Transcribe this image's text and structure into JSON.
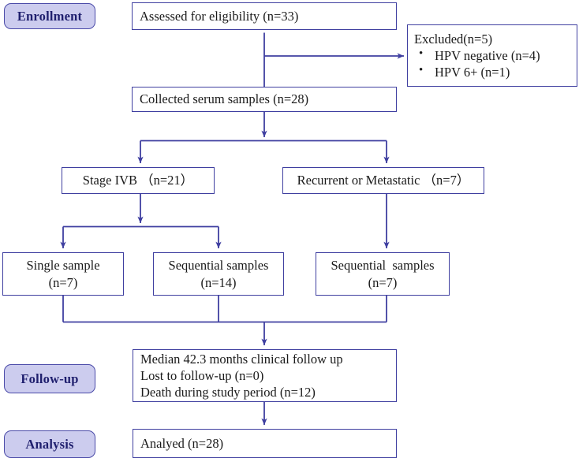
{
  "diagram": {
    "title": "CONSORT-style participant flow diagram",
    "colors": {
      "line": "#3f3fa0",
      "box_border": "#3f3fa0",
      "pill_fill": "#ccccee",
      "pill_border": "#4a4aa8",
      "pill_text": "#1f1f6e",
      "box_text": "#1a1a1a",
      "background": "#ffffff"
    },
    "stage_labels": [
      {
        "id": "enrollment",
        "label": "Enrollment"
      },
      {
        "id": "follow-up",
        "label": "Follow-up"
      },
      {
        "id": "analysis",
        "label": "Analysis"
      }
    ],
    "nodes": {
      "assessed": {
        "line1": "Assessed for eligibility (n=33)"
      },
      "excluded": {
        "heading": "Excluded(n=5)",
        "items": [
          "HPV negative (n=4)",
          "HPV 6+ (n=1)"
        ]
      },
      "collected": {
        "line1": "Collected serum samples (n=28)"
      },
      "stage_ivb": {
        "line1": "Stage IVB （n=21）"
      },
      "recurrent": {
        "line1": "Recurrent or Metastatic （n=7）"
      },
      "single_sample": {
        "line1": "Single sample",
        "line2": "(n=7)"
      },
      "sequential_14": {
        "line1": "Sequential samples",
        "line2": "(n=14)"
      },
      "sequential_7": {
        "line1": "Sequential  samples",
        "line2": "(n=7)"
      },
      "followup": {
        "line1": "Median 42.3 months clinical follow up",
        "line2": "Lost to follow-up (n=0)",
        "line3": "Death during study period (n=12)"
      },
      "analyzed": {
        "line1": "Analyed (n=28)"
      }
    },
    "counts": {
      "assessed": 33,
      "excluded_total": 5,
      "excluded_hpv_negative": 4,
      "excluded_hpv_6plus": 1,
      "collected": 28,
      "stage_ivb": 21,
      "recurrent_metastatic": 7,
      "single_sample": 7,
      "sequential_samples_ivb": 14,
      "sequential_samples_recurrent": 7,
      "median_followup_months": 42.3,
      "lost_to_followup": 0,
      "deaths": 12,
      "analyzed": 28
    }
  }
}
